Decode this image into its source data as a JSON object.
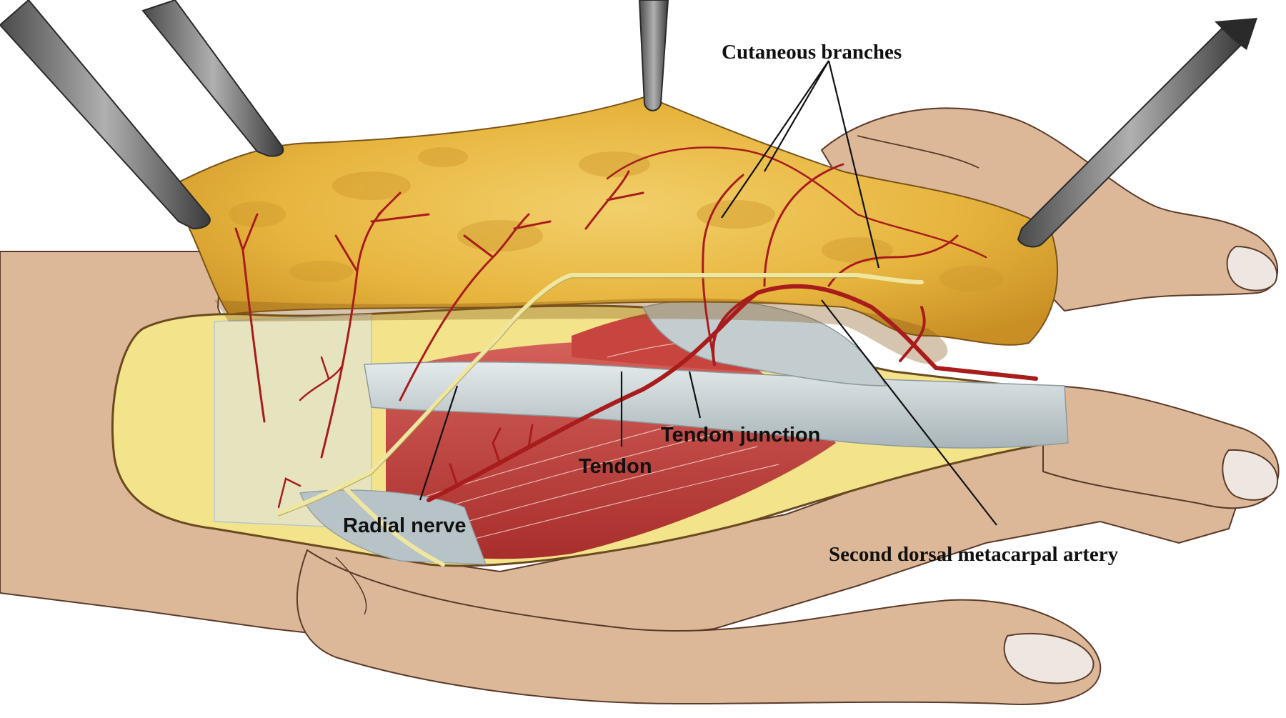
{
  "labels": {
    "cutaneous_branches": "Cutaneous branches",
    "tendon_junction": "Tendon junction",
    "tendon": "Tendon",
    "radial_nerve": "Radial nerve",
    "second_dorsal_metacarpal_artery": "Second dorsal metacarpal artery"
  },
  "colors": {
    "skin": "#ddb898",
    "skin_outline": "#5a3a2a",
    "fat_flap": "#e8b840",
    "muscle": "#c0403e",
    "tendon": "#c9d3d6",
    "nerve": "#efe6a2",
    "artery": "#a81c1c",
    "retractor": "#7a7a7a"
  }
}
